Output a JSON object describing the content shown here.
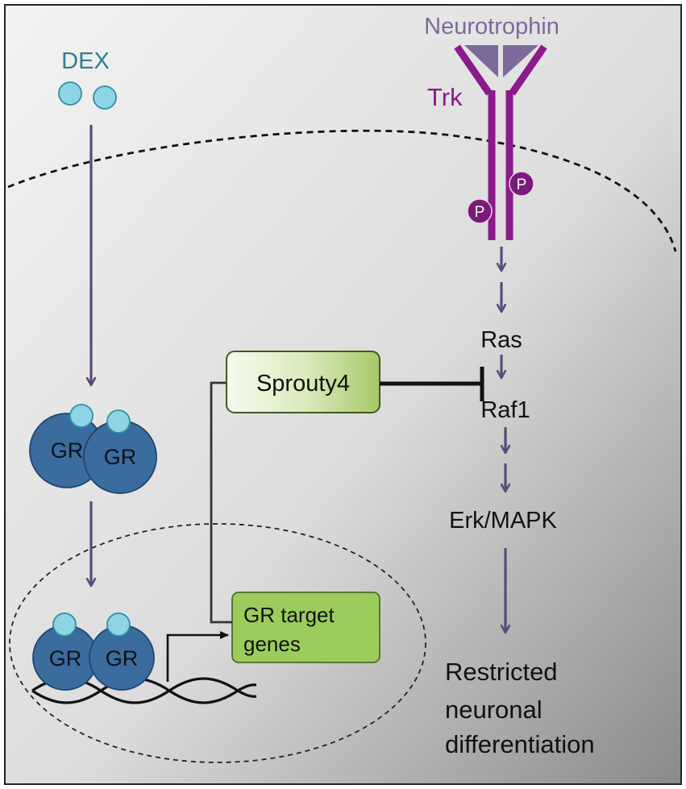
{
  "labels": {
    "dex": "DEX",
    "neurotrophin": "Neurotrophin",
    "trk": "Trk",
    "phospho": "P",
    "ras": "Ras",
    "raf1": "Raf1",
    "erk_mapk": "Erk/MAPK",
    "sprouty4": "Sprouty4",
    "gr": "GR",
    "target_line1": "GR target",
    "target_line2": "genes",
    "outcome_line1": "Restricted",
    "outcome_line2": "neuronal",
    "outcome_line3": "differentiation"
  },
  "colors": {
    "arrow": "#5a4a7a",
    "receptor": "#8b1a8b",
    "neurotrophin": "#7d6a9c",
    "dex_text": "#2e7f8f",
    "dex_ligand": "#8fd4e4",
    "gr_protein": "#3a6c9e",
    "target_box": "#9ccc5c",
    "sprouty_box_light": "#f4f9e8",
    "sprouty_box_dark": "#a8cc6a"
  }
}
